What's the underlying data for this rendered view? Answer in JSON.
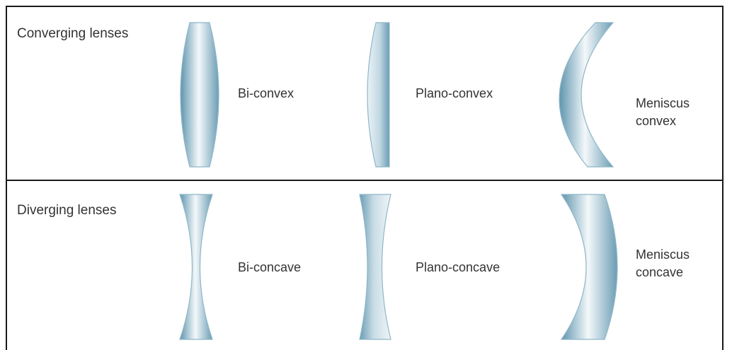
{
  "sections": {
    "converging": {
      "title": "Converging lenses",
      "lenses": {
        "biconvex": "Bi-convex",
        "planoconvex": "Plano-convex",
        "meniscus_line1": "Meniscus",
        "meniscus_line2": "convex"
      }
    },
    "diverging": {
      "title": "Diverging lenses",
      "lenses": {
        "biconcave": "Bi-concave",
        "planoconcave": "Plano-concave",
        "meniscus_line1": "Meniscus",
        "meniscus_line2": "concave"
      }
    }
  },
  "colors": {
    "border": "#1a1a1a",
    "lens_edge": "#5f95ae",
    "lens_mid": "#f3f8fa",
    "lens_stroke": "#8fb6c7",
    "text": "#333333"
  }
}
